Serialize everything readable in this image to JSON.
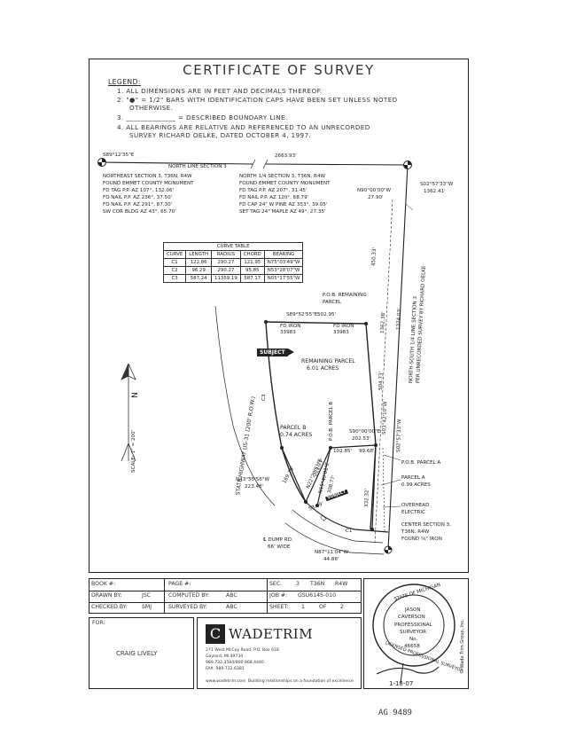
{
  "title": "CERTIFICATE OF SURVEY",
  "legend": {
    "heading": "LEGEND:",
    "item1": "1.  ALL DIMENSIONS ARE IN FEET AND DECIMALS THEREOF.",
    "item2a": "2.  \"●\" = 1/2\" BARS WITH IDENTIFICATION CAPS HAVE BEEN SET UNLESS NOTED",
    "item2b": "OTHERWISE.",
    "item3": "3.  ______________  = DESCRIBED BOUNDARY LINE.",
    "item4a": "4.  ALL BEARINGS ARE RELATIVE AND REFERENCED TO AN UNRECORDED",
    "item4b": "SURVEY RICHARD OELKE, DATED OCTOBER 4, 1997."
  },
  "north_line": {
    "bearing": "S89°12'35\"E",
    "distance": "2663.93'",
    "label": "NORTH LINE SECTION 3"
  },
  "ne_corner": {
    "l1": "NORTHEAST SECTION 3, T36N, R4W",
    "l2": "FOUND EMMET COUNTY MONUMENT",
    "l3": "FD TAG P.P. AZ 107°, 132.06'",
    "l4": "FD NAIL P.P. AZ 236°, 37.50'",
    "l5": "FD NAIL P.P. AZ 291°, 87.30'",
    "l6": "SW COR BLDG AZ 43°, 65.70'"
  },
  "n_quarter": {
    "l1": "NORTH 1/4 SECTION 3, T36N, R4W",
    "l2": "FOUND EMMET COUNTY MONUMENT",
    "l3": "FD TAG P.P. AZ 207°, 31.45'",
    "l4": "FD NAIL P.P. AZ 120°, 68.79'",
    "l5": "FD CAP 24\" W PINE AZ 353°, 39.05'",
    "l6": "SET TAG 24\" MAPLE AZ 49°, 27.35'"
  },
  "dims": {
    "n90": "N90°00'00\"W",
    "n90_d": "27.90'",
    "s02a": "S02°57'33\"W",
    "s02a_d": "1362.41'",
    "d450": "450.33'",
    "d1374": "1374.03'",
    "d1362": "1362.38'",
    "ns_line": "NORTH-SOUTH 1/4 LINE SECTION 3",
    "ns_line2": "PER UNRECORDED SURVEY BY RICHARD OELKE",
    "pob_rem1": "P.O.B. REMAINING",
    "pob_rem2": "PARCEL",
    "s89": "S89°52'55\"E",
    "s89_d": "502.95'",
    "fd_iron": "FD IRON",
    "fd_num": "33983",
    "remaining1": "REMAINING PARCEL",
    "remaining2": "6.01 ACRES",
    "c3": "C3",
    "highway": "STATE HIGHWAY US-31 (200' R.O.W.)",
    "pob_b": "P.O.B. PARCEL B",
    "d504": "504.73'",
    "s03": "S03°42'10\"W",
    "s02b": "S02°57'33\"W",
    "parcel_b1": "PARCEL B",
    "parcel_b2": "0.74 ACRES",
    "s90": "S90°00'00\"E",
    "s90_d": "202.53'",
    "d102": "102.85'",
    "d99": "99.68'",
    "pob_a": "P.O.B. PARCEL A",
    "parcel_a1": "PARCEL A",
    "parcel_a2": "0.99 ACRES",
    "n43": "N43°55'56\"W",
    "n43_d": "223.48'",
    "d169": "169.79'",
    "n22": "N22°20'51\"E",
    "d221": "221.77'",
    "n15": "N15°49'01\"E",
    "d308": "308.77'",
    "d53": "53.69'",
    "d332": "332.32'",
    "c2": "C2",
    "c1": "C1",
    "overhead1": "OVERHEAD",
    "overhead2": "ELECTRIC",
    "center1": "CENTER SECTION 3,",
    "center2": "T36N, R4W",
    "center3": "FOUND ⅝\" IRON",
    "dump1": "℄ DUMP RD.",
    "dump2": "66' WIDE",
    "n87": "N87°11'04\"W",
    "n87_d": "44.86'",
    "scale": "SCALE: 1\" = 200'",
    "north": "N"
  },
  "curve_table": {
    "caption": "CURVE TABLE",
    "headers": [
      "CURVE",
      "LENGTH",
      "RADIUS",
      "CHORD",
      "BEARING"
    ],
    "rows": [
      [
        "C1",
        "122.86",
        "290.27",
        "121.95",
        "N75°03'49\"W"
      ],
      [
        "C2",
        "96.29",
        "290.27",
        "95.85",
        "N53°28'07\"W"
      ],
      [
        "C3",
        "587.24",
        "11359.19",
        "587.17",
        "N05°17'55\"W"
      ]
    ]
  },
  "subject": "SUBJECT",
  "title_block": {
    "book": "BOOK #:",
    "page": "PAGE #:",
    "sec": "SEC.",
    "sec_v": "3",
    "town": "T36N",
    "range": "R4W",
    "drawn": "DRAWN BY:",
    "drawn_v": "JSC",
    "computed": "COMPUTED BY:",
    "computed_v": "ABC",
    "job": "JOB #:",
    "job_v": "GSU6145-010",
    "checked": "CHECKED BY:",
    "checked_v": "SMJ",
    "surveyed": "SURVEYED BY:",
    "surveyed_v": "ABC",
    "sheet": "SHEET:",
    "sheet_v": "1",
    "of": "OF",
    "of_v": "2"
  },
  "for_label": "FOR:",
  "client": "CRAIG LIVELY",
  "firm": {
    "name": "WADETRIM",
    "addr1": "271 West McCoy Road, P.O. Box 618",
    "addr2": "Gaylord, MI 49734",
    "addr3": "989.732.3584/800.968.4440",
    "addr4": "FAX: 989.732.6381",
    "web": "www.wadetrim.com",
    "tagline": "Building relationships on a foundation of excellence",
    "copyright": "© Wade Trim Group, Inc."
  },
  "seal": {
    "top": "STATE OF MICHIGAN",
    "name1": "JASON",
    "name2": "CAVERSON",
    "role1": "PROFESSIONAL",
    "role2": "SURVEYOR",
    "no": "No.",
    "num": "46658",
    "bottom": "LICENSED PROFESSIONAL SURVEYOR"
  },
  "sig_date": "1-18-07",
  "footer": "AG 9489"
}
